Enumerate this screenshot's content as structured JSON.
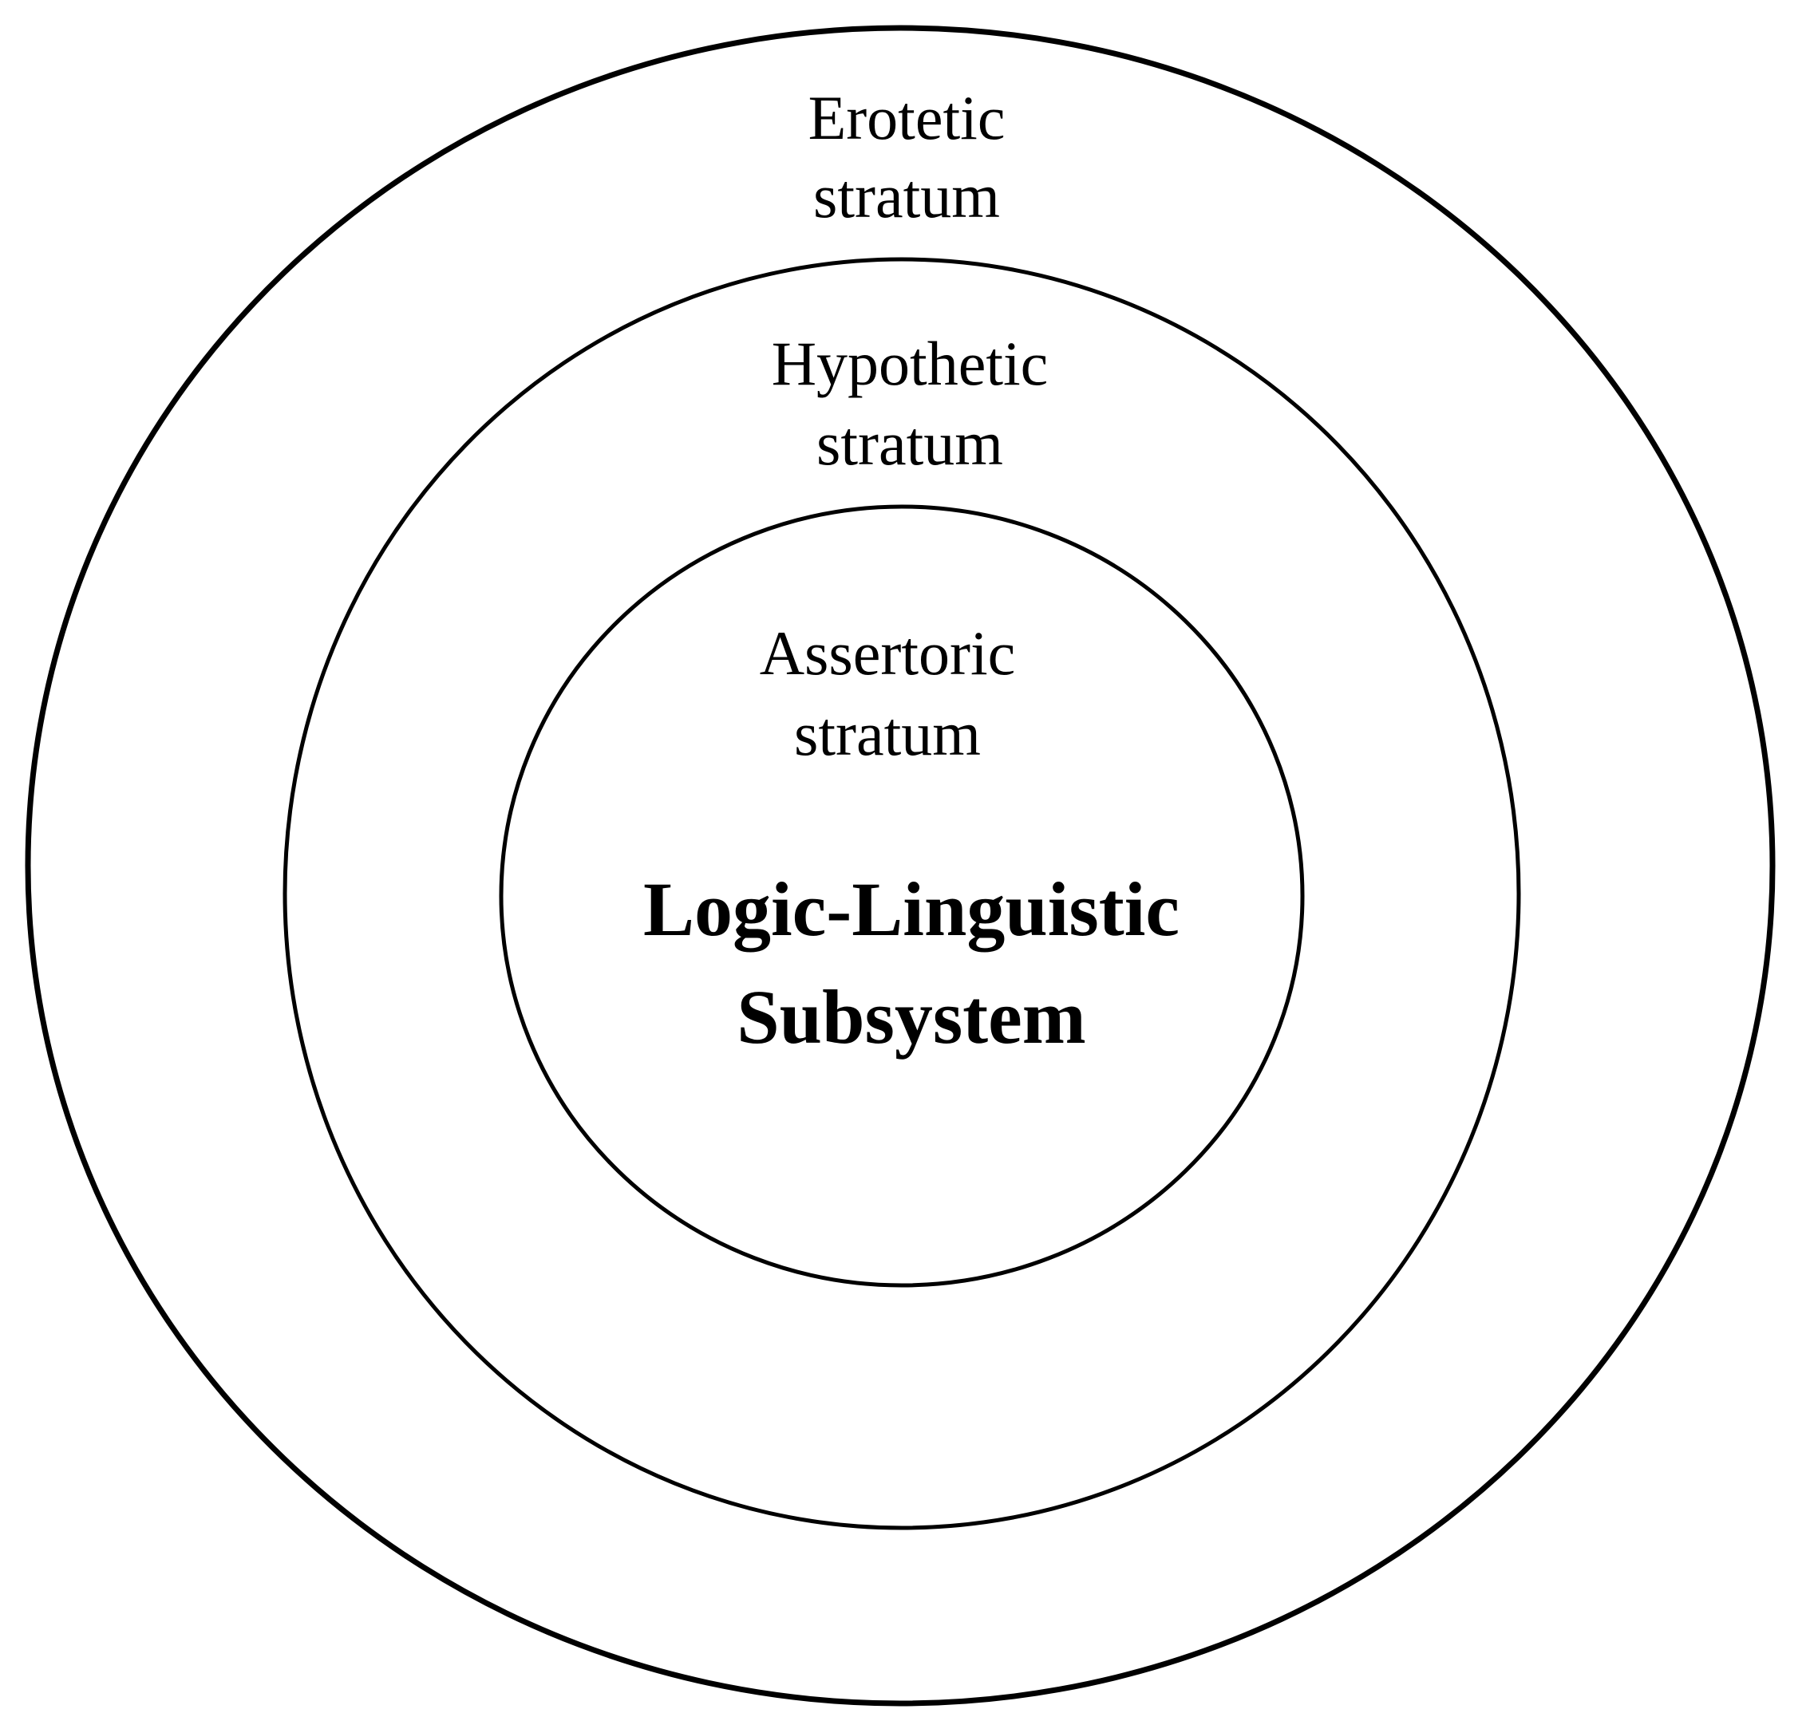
{
  "diagram": {
    "strata": [
      {
        "id": "erotetic",
        "line1": "Erotetic",
        "line2": "stratum"
      },
      {
        "id": "hypothetic",
        "line1": "Hypothetic",
        "line2": "stratum"
      },
      {
        "id": "assertoric",
        "line1": "Assertoric",
        "line2": "stratum"
      }
    ],
    "core": {
      "line1": "Logic-Linguistic",
      "line2": "Subsystem"
    },
    "colors": {
      "stroke": "#000000",
      "background": "#ffffff",
      "text": "#000000"
    }
  }
}
